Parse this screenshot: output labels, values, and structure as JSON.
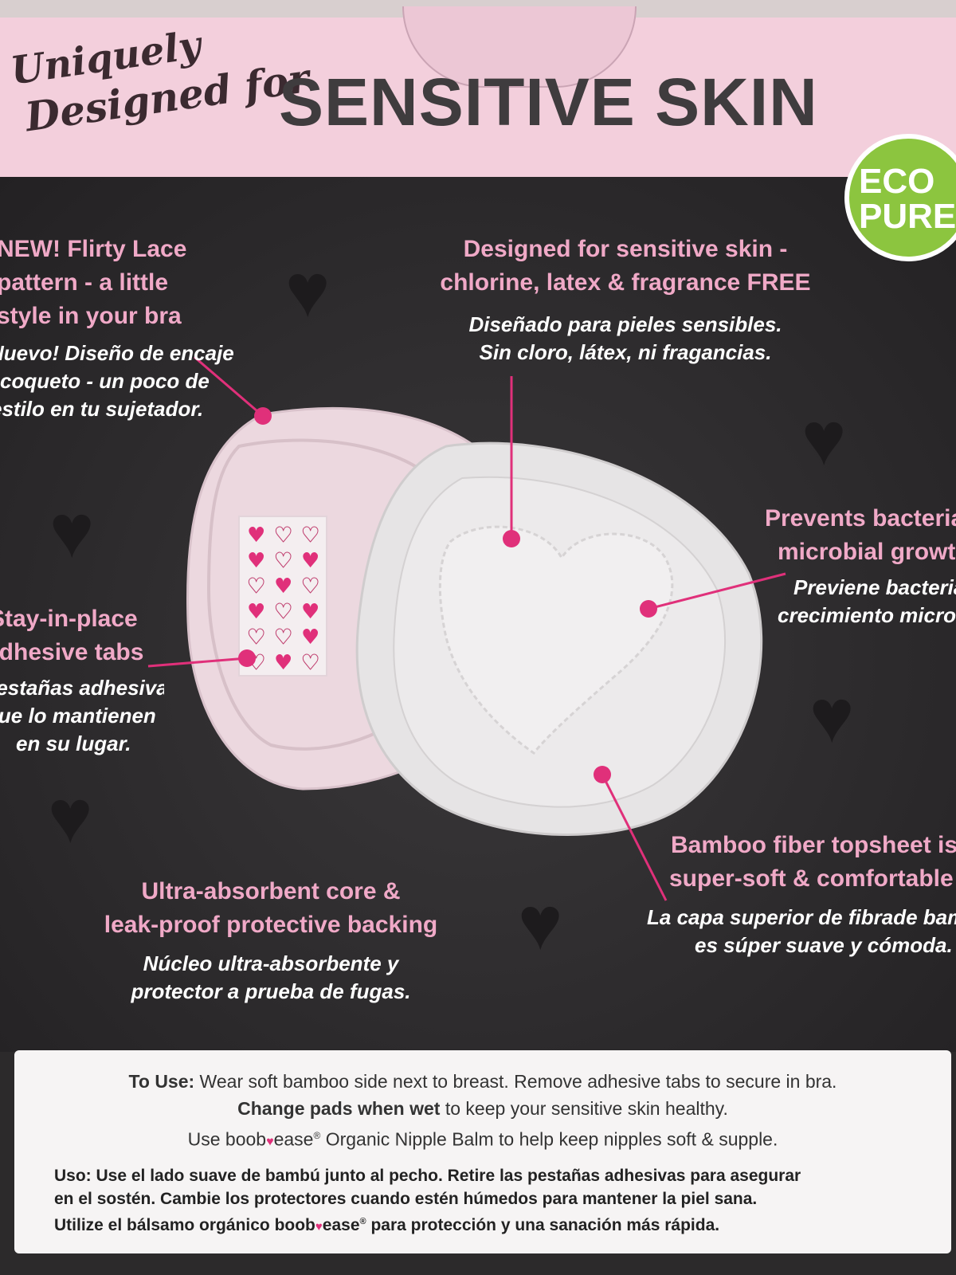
{
  "header": {
    "script_line1": "Uniquely",
    "script_line2": "Designed for",
    "headline": "SENSITIVE SKIN"
  },
  "badge": {
    "line1": "ECO",
    "line2": "PURE"
  },
  "features": {
    "lace": {
      "en": [
        "NEW! Flirty Lace",
        "pattern - a little",
        "style in your bra"
      ],
      "es": [
        "Nuevo! Diseño de encaje",
        "coqueto - un poco de",
        "estilo en tu sujetador."
      ]
    },
    "sensitive": {
      "en": [
        "Designed for sensitive skin -",
        "chlorine, latex & fragrance FREE"
      ],
      "es": [
        "Diseñado para pieles sensibles.",
        "Sin cloro, látex, ni fragancias."
      ]
    },
    "bacteria": {
      "en": [
        "Prevents bacteria &",
        "microbial growth"
      ],
      "es": [
        "Previene bacterias y",
        "crecimiento microbiano"
      ]
    },
    "tabs": {
      "en": [
        "Stay-in-place",
        "adhesive tabs"
      ],
      "es": [
        "Pestañas adhesivas",
        "que lo mantienen",
        "en su lugar."
      ]
    },
    "bamboo": {
      "en": [
        "Bamboo fiber topsheet is",
        "super-soft & comfortable"
      ],
      "es": [
        "La capa superior de fibrade bambú",
        "es súper suave y cómoda."
      ]
    },
    "core": {
      "en": [
        "Ultra-absorbent core &",
        "leak-proof protective backing"
      ],
      "es": [
        "Núcleo ultra-absorbente y",
        "protector a prueba de fugas."
      ]
    }
  },
  "usage": {
    "en_label": "To Use:",
    "en_line1": " Wear soft bamboo side next to breast. Remove adhesive tabs to secure in bra.",
    "en_bold2": "Change pads when wet",
    "en_line2": " to keep your sensitive skin healthy.",
    "en_line3a": "Use boob",
    "en_line3b": "ease",
    "en_line3c": " Organic Nipple Balm to help keep nipples soft & supple.",
    "es_label": "Uso:",
    "es_line1": " Use el lado suave de bambú junto al pecho.  Retire las pestañas adhesivas para asegurar",
    "es_line2": "en el sostén. Cambie los protectores cuando estén húmedos para mantener la piel sana.",
    "es_line3a": "Utilize el bálsamo orgánico boob",
    "es_line3b": "ease",
    "es_line3c": " para protección y una sanación más rápida."
  },
  "colors": {
    "header_pink": "#f3cfdc",
    "accent_pink": "#e0307a",
    "eco_green": "#8cc53f"
  }
}
